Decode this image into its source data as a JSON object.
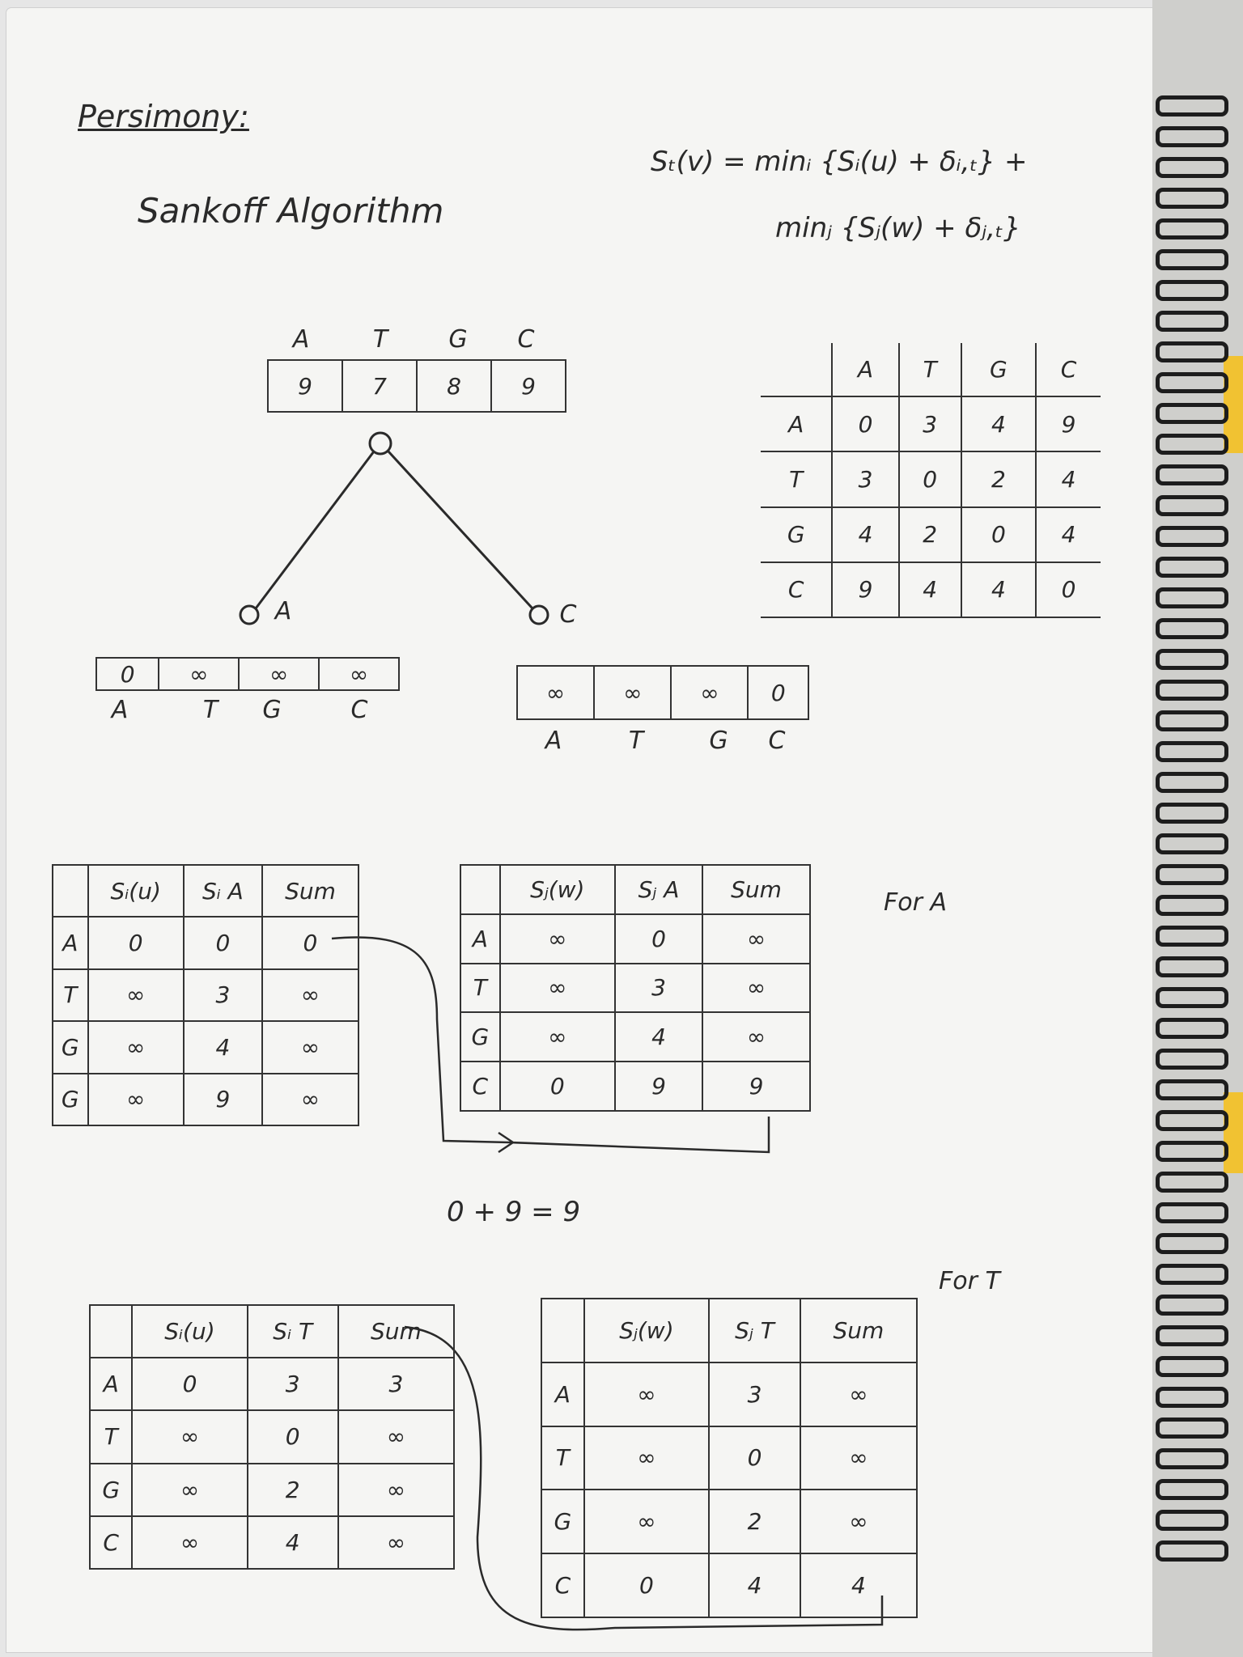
{
  "heading": {
    "title": "Persimony:",
    "algorithm": "Sankoff Algorithm"
  },
  "formula": {
    "line1": "Sₜ(v) = minᵢ {Sᵢ(u) + δᵢ,ₜ} +",
    "line2": "minⱼ {Sⱼ(w) + δⱼ,ₜ}"
  },
  "tree": {
    "root_labels": [
      "A",
      "T",
      "G",
      "C"
    ],
    "root_scores": [
      "9",
      "7",
      "8",
      "9"
    ],
    "left_leaf_label": "A",
    "right_leaf_label": "C",
    "left_vector": [
      "0",
      "∞",
      "∞",
      "∞"
    ],
    "left_vector_labels": [
      "A",
      "T",
      "G",
      "C"
    ],
    "right_vector": [
      "∞",
      "∞",
      "∞",
      "0"
    ],
    "right_vector_labels": [
      "A",
      "T",
      "G",
      "C"
    ]
  },
  "cost_matrix": {
    "cols": [
      "A",
      "T",
      "G",
      "C"
    ],
    "rows": [
      {
        "label": "A",
        "vals": [
          "0",
          "3",
          "4",
          "9"
        ]
      },
      {
        "label": "T",
        "vals": [
          "3",
          "0",
          "2",
          "4"
        ]
      },
      {
        "label": "G",
        "vals": [
          "4",
          "2",
          "0",
          "4"
        ]
      },
      {
        "label": "C",
        "vals": [
          "9",
          "4",
          "4",
          "0"
        ]
      }
    ]
  },
  "for_a": {
    "note": "For A",
    "left": {
      "headers": [
        "",
        "Sᵢ(u)",
        "Sᵢ A",
        "Sum"
      ],
      "rows": [
        [
          "A",
          "0",
          "0",
          "0"
        ],
        [
          "T",
          "∞",
          "3",
          "∞"
        ],
        [
          "G",
          "∞",
          "4",
          "∞"
        ],
        [
          "G",
          "∞",
          "9",
          "∞"
        ]
      ]
    },
    "right": {
      "headers": [
        "",
        "Sⱼ(w)",
        "Sⱼ A",
        "Sum"
      ],
      "rows": [
        [
          "A",
          "∞",
          "0",
          "∞"
        ],
        [
          "T",
          "∞",
          "3",
          "∞"
        ],
        [
          "G",
          "∞",
          "4",
          "∞"
        ],
        [
          "C",
          "0",
          "9",
          "9"
        ]
      ]
    },
    "result": "0 + 9 = 9"
  },
  "for_t": {
    "note": "For T",
    "left": {
      "headers": [
        "",
        "Sᵢ(u)",
        "Sᵢ T",
        "Sum"
      ],
      "rows": [
        [
          "A",
          "0",
          "3",
          "3"
        ],
        [
          "T",
          "∞",
          "0",
          "∞"
        ],
        [
          "G",
          "∞",
          "2",
          "∞"
        ],
        [
          "C",
          "∞",
          "4",
          "∞"
        ]
      ]
    },
    "right": {
      "headers": [
        "",
        "Sⱼ(w)",
        "Sⱼ T",
        "Sum"
      ],
      "rows": [
        [
          "A",
          "∞",
          "3",
          "∞"
        ],
        [
          "T",
          "∞",
          "0",
          "∞"
        ],
        [
          "G",
          "∞",
          "2",
          "∞"
        ],
        [
          "C",
          "0",
          "4",
          "4"
        ]
      ]
    }
  }
}
